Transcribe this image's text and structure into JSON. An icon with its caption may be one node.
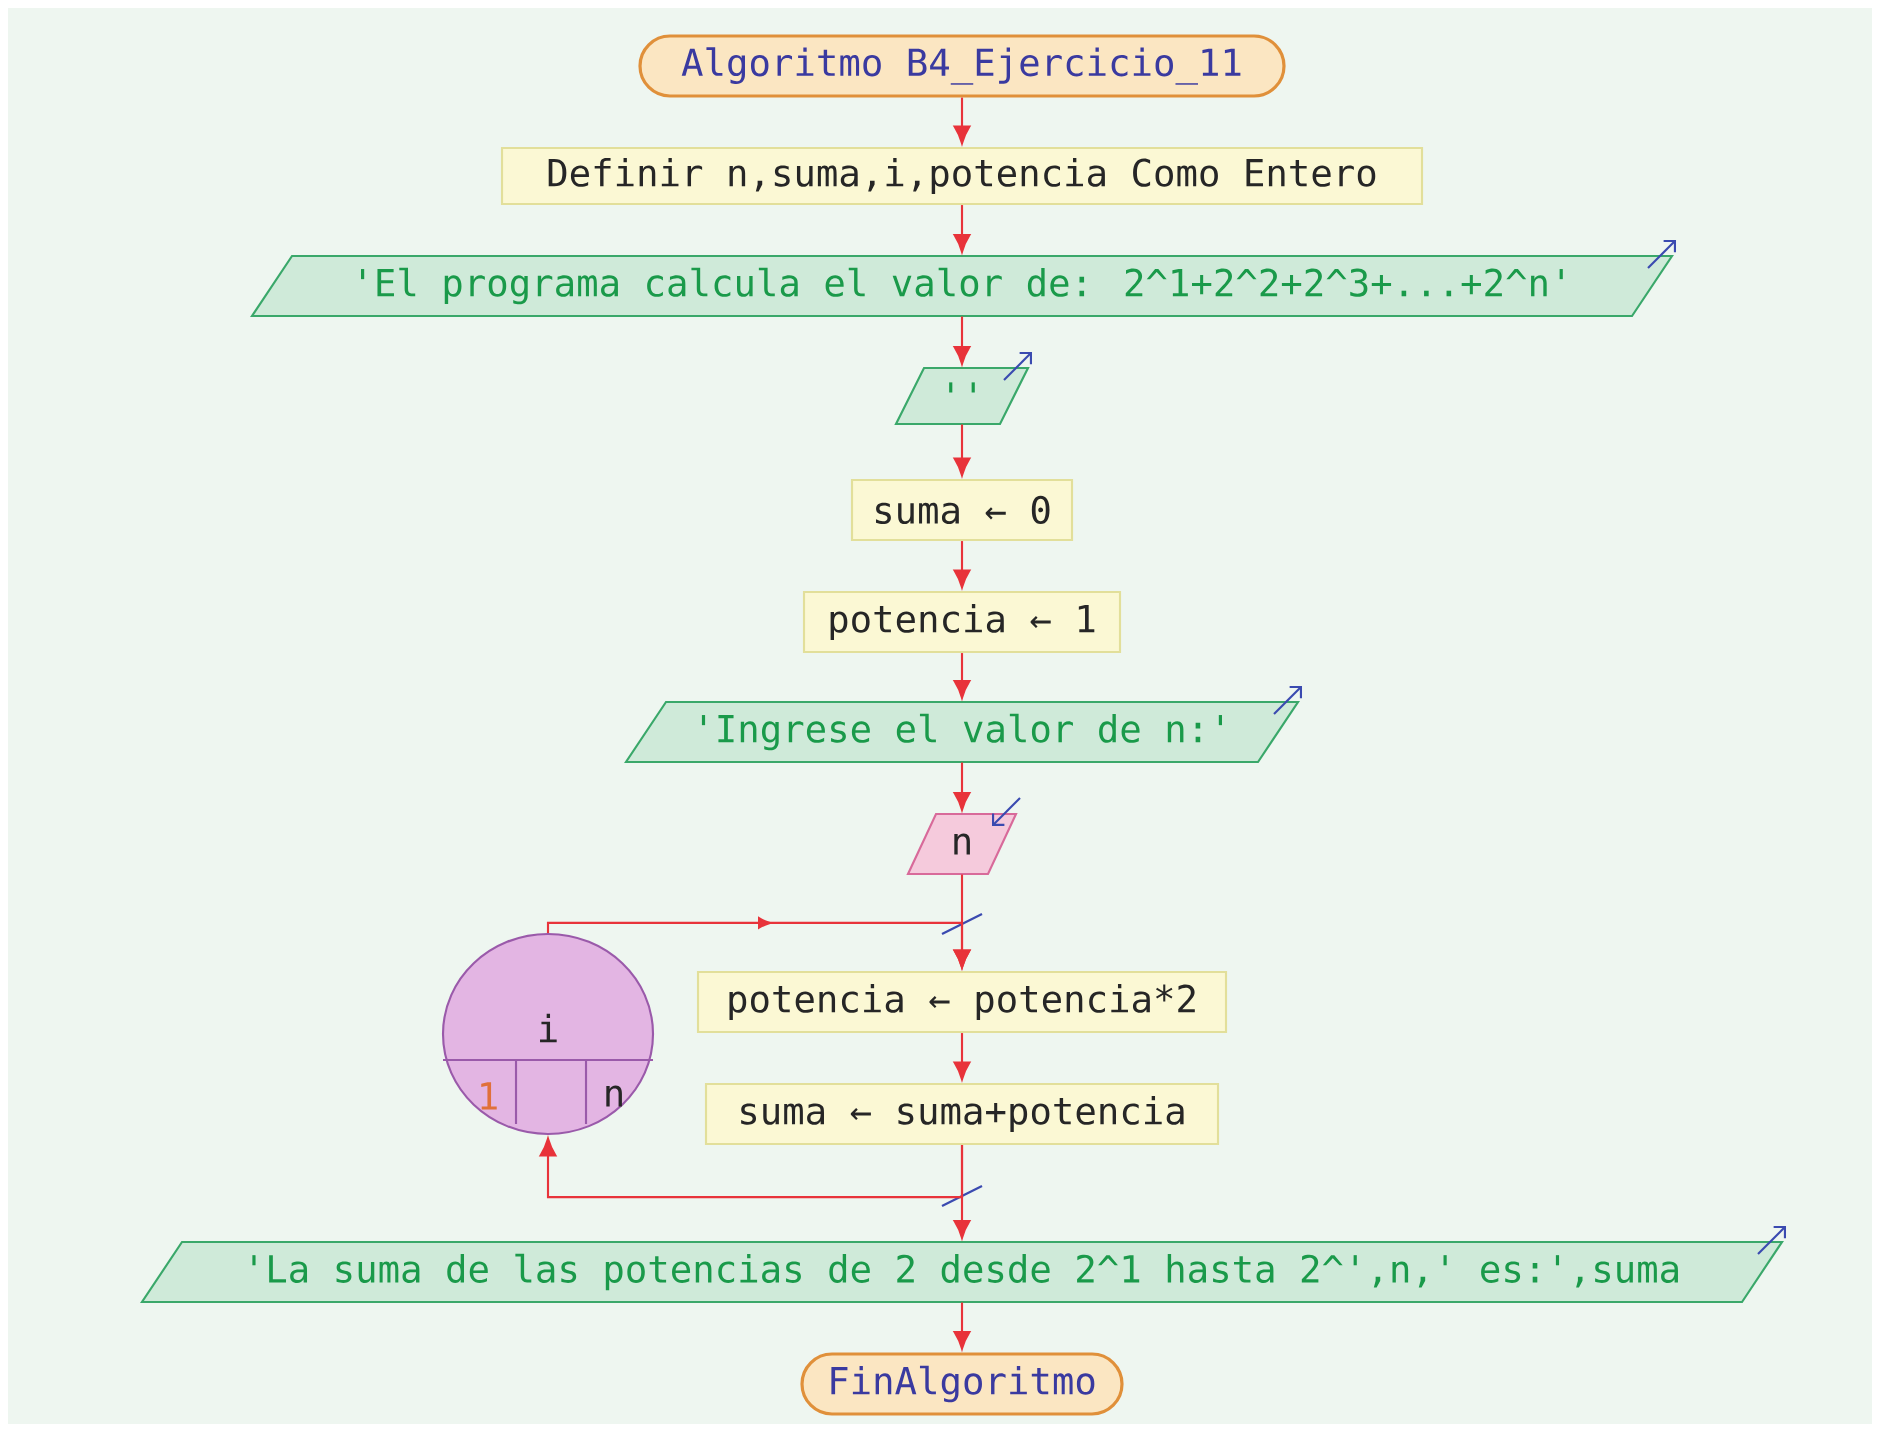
{
  "diagram": {
    "nodes": [
      {
        "text": [
          "Algoritmo B4_Ejercicio_11"
        ]
      },
      {
        "text": [
          "Definir n,suma,i,potencia Como Entero"
        ]
      },
      {
        "text": [
          "'El programa calcula el valor de:  2^1+2^2+2^3+...+2^n'"
        ]
      },
      {
        "text": [
          "''"
        ]
      },
      {
        "text": [
          "suma ← 0"
        ]
      },
      {
        "text": [
          "potencia ← 1"
        ]
      },
      {
        "text": [
          "'Ingrese el valor de n:'"
        ]
      },
      {
        "text": [
          "n"
        ]
      },
      {
        "text": [
          "i",
          "1",
          "n"
        ]
      },
      {
        "text": [
          "potencia ← potencia*2"
        ]
      },
      {
        "text": [
          "suma ← suma+potencia"
        ]
      },
      {
        "text": [
          "'La suma de las potencias de 2 desde 2^1 hasta 2^',n,' es:',suma"
        ]
      },
      {
        "text": [
          "FinAlgoritmo"
        ]
      }
    ],
    "edges": [
      {
        "from": 0,
        "to": 1,
        "arrow": "to"
      },
      {
        "from": 1,
        "to": 2,
        "arrow": "to"
      },
      {
        "from": 2,
        "to": 3,
        "arrow": "to"
      },
      {
        "from": 3,
        "to": 4,
        "arrow": "to"
      },
      {
        "from": 4,
        "to": 5,
        "arrow": "to"
      },
      {
        "from": 5,
        "to": 6,
        "arrow": "to"
      },
      {
        "from": 6,
        "to": 7,
        "arrow": "to"
      },
      {
        "from": 7,
        "to": 9,
        "arrow": "to"
      },
      {
        "from": 8,
        "to": 9,
        "arrow": "to"
      },
      {
        "from": 9,
        "to": 10,
        "arrow": "to"
      },
      {
        "from": 10,
        "to": 8,
        "arrow": "to"
      },
      {
        "from": 10,
        "to": 11,
        "arrow": "to"
      },
      {
        "from": 11,
        "to": 12,
        "arrow": "to"
      }
    ]
  }
}
